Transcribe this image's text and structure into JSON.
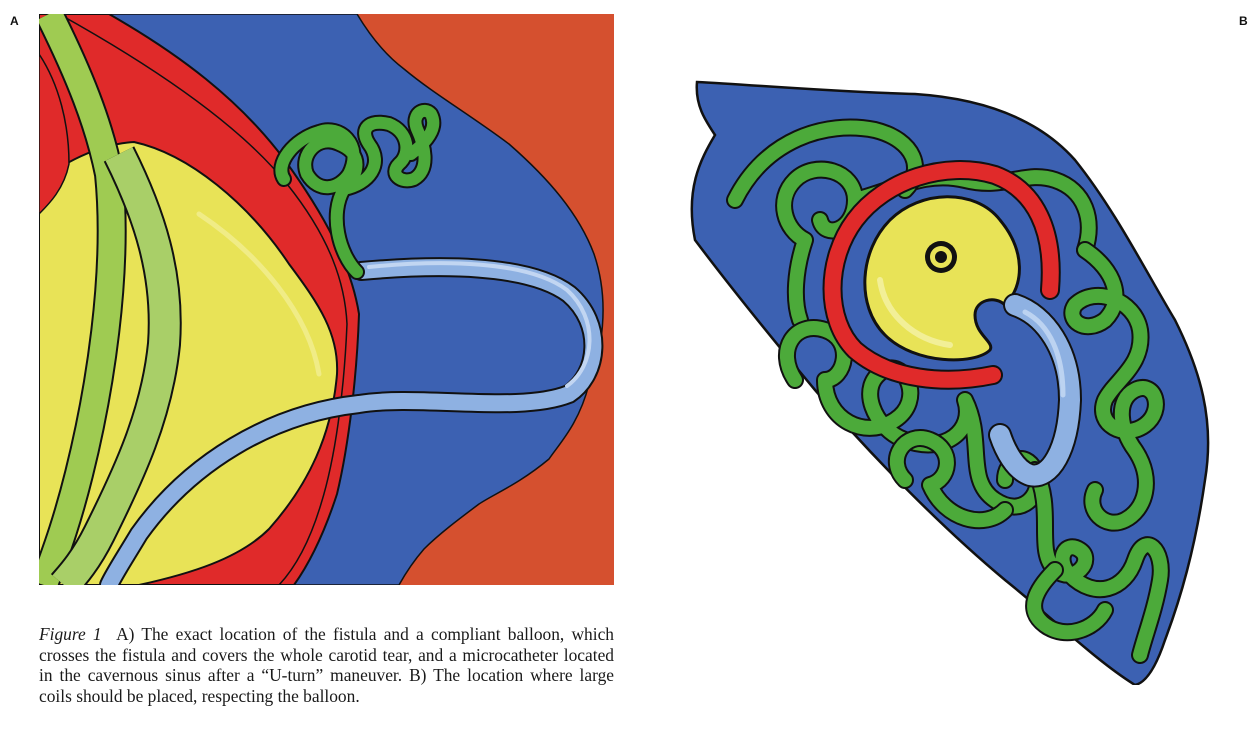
{
  "figure": {
    "panel_a_letter": "A",
    "panel_b_letter": "B",
    "caption_label": "Figure 1",
    "caption_text": "A) The exact location of the fistula and a compliant balloon, which crosses the fistula and covers the whole ca­rotid tear, and a microcatheter located in the cavernous si­nus after a “U-turn” maneuver. B) The location where large coils should be placed, respecting the balloon."
  },
  "colors": {
    "sinus_blue": "#3c61b2",
    "background_orange": "#d5502f",
    "balloon_yellow": "#e8e357",
    "artery_wall_red": "#e02a2a",
    "artery_green": "#9fcb52",
    "coil_green": "#4caa3a",
    "catheter_blue": "#8eb1e2"
  },
  "icons": {
    "panel_a": "fistula-balloon-microcatheter-illustration",
    "panel_b": "cavernous-sinus-coils-illustration"
  }
}
